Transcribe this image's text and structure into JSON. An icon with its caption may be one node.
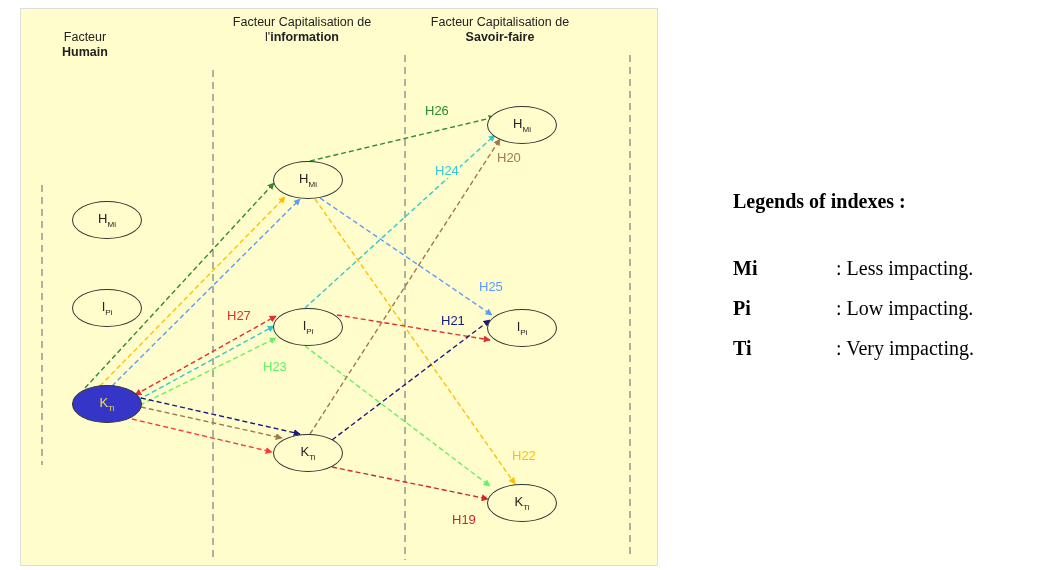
{
  "diagram": {
    "nodes": [
      {
        "text": [
          "H$_{Mi}$"
        ]
      },
      {
        "text": [
          "I$_{Pi}$"
        ]
      },
      {
        "text": [
          "K$_{Ti}$"
        ]
      },
      {
        "text": [
          "H$_{Mi}$"
        ]
      },
      {
        "text": [
          "I$_{Pi}$"
        ]
      },
      {
        "text": [
          "K$_{Ti}$"
        ]
      },
      {
        "text": [
          "H$_{Mi}$"
        ]
      },
      {
        "text": [
          "I$_{Pi}$"
        ]
      },
      {
        "text": [
          "K$_{Ti}$"
        ]
      }
    ],
    "edges": [
      {
        "from": 2,
        "to": 3,
        "arrow": "to",
        "style": "dashed",
        "color": "#2e8b2e"
      },
      {
        "from": 2,
        "to": 3,
        "arrow": "to",
        "style": "dashed",
        "color": "#ffc000"
      },
      {
        "from": 2,
        "to": 3,
        "arrow": "to",
        "style": "dashed",
        "color": "#5b9bff"
      },
      {
        "from": 3,
        "to": 6,
        "arrow": "to",
        "label": "H26",
        "style": "dashed",
        "color": "#2e8b2e"
      },
      {
        "from": 3,
        "to": 8,
        "arrow": "to",
        "label": "H22",
        "style": "dashed",
        "color": "#ffc000"
      },
      {
        "from": 3,
        "to": 7,
        "arrow": "to",
        "label": "H25",
        "style": "dashed",
        "color": "#5b9bff"
      },
      {
        "from": 2,
        "to": 4,
        "arrow": "both",
        "label": "H27",
        "style": "dashed",
        "color": "#e03030"
      },
      {
        "from": 2,
        "to": 4,
        "arrow": "to",
        "style": "dashed",
        "color": "#33c8d0"
      },
      {
        "from": 2,
        "to": 4,
        "arrow": "to",
        "label": "H23",
        "style": "dashed",
        "color": "#66f066"
      },
      {
        "from": 4,
        "to": 7,
        "arrow": "to",
        "style": "dashed",
        "color": "#e03030"
      },
      {
        "from": 4,
        "to": 6,
        "arrow": "to",
        "label": "H24",
        "style": "dashed",
        "color": "#33c8d0"
      },
      {
        "from": 4,
        "to": 8,
        "arrow": "to",
        "style": "dashed",
        "color": "#66f066"
      },
      {
        "from": 2,
        "to": 5,
        "arrow": "to",
        "style": "dashed",
        "color": "#1a1a80"
      },
      {
        "from": 2,
        "to": 5,
        "arrow": "to",
        "style": "dashed",
        "color": "#a0784a"
      },
      {
        "from": 2,
        "to": 5,
        "arrow": "to",
        "style": "dashed",
        "color": "#ff3838"
      },
      {
        "from": 5,
        "to": 7,
        "arrow": "to",
        "label": "H21",
        "style": "dashed",
        "color": "#1a1a80"
      },
      {
        "from": 5,
        "to": 6,
        "arrow": "to",
        "label": "H20",
        "style": "dashed",
        "color": "#a0784a"
      },
      {
        "from": 5,
        "to": 8,
        "arrow": "to",
        "label": "H19",
        "style": "dashed",
        "color": "#d02828"
      }
    ],
    "labels": [
      "Facteur **Humain**",
      "Facteur Capitalisation de l'**information**",
      "Facteur Capitalisation de **Savoir-faire**",
      "Legends of indexes :",
      "Mi",
      ": Less impacting.",
      "Pi",
      ": Low impacting.",
      "Ti",
      ": Very impacting."
    ]
  }
}
